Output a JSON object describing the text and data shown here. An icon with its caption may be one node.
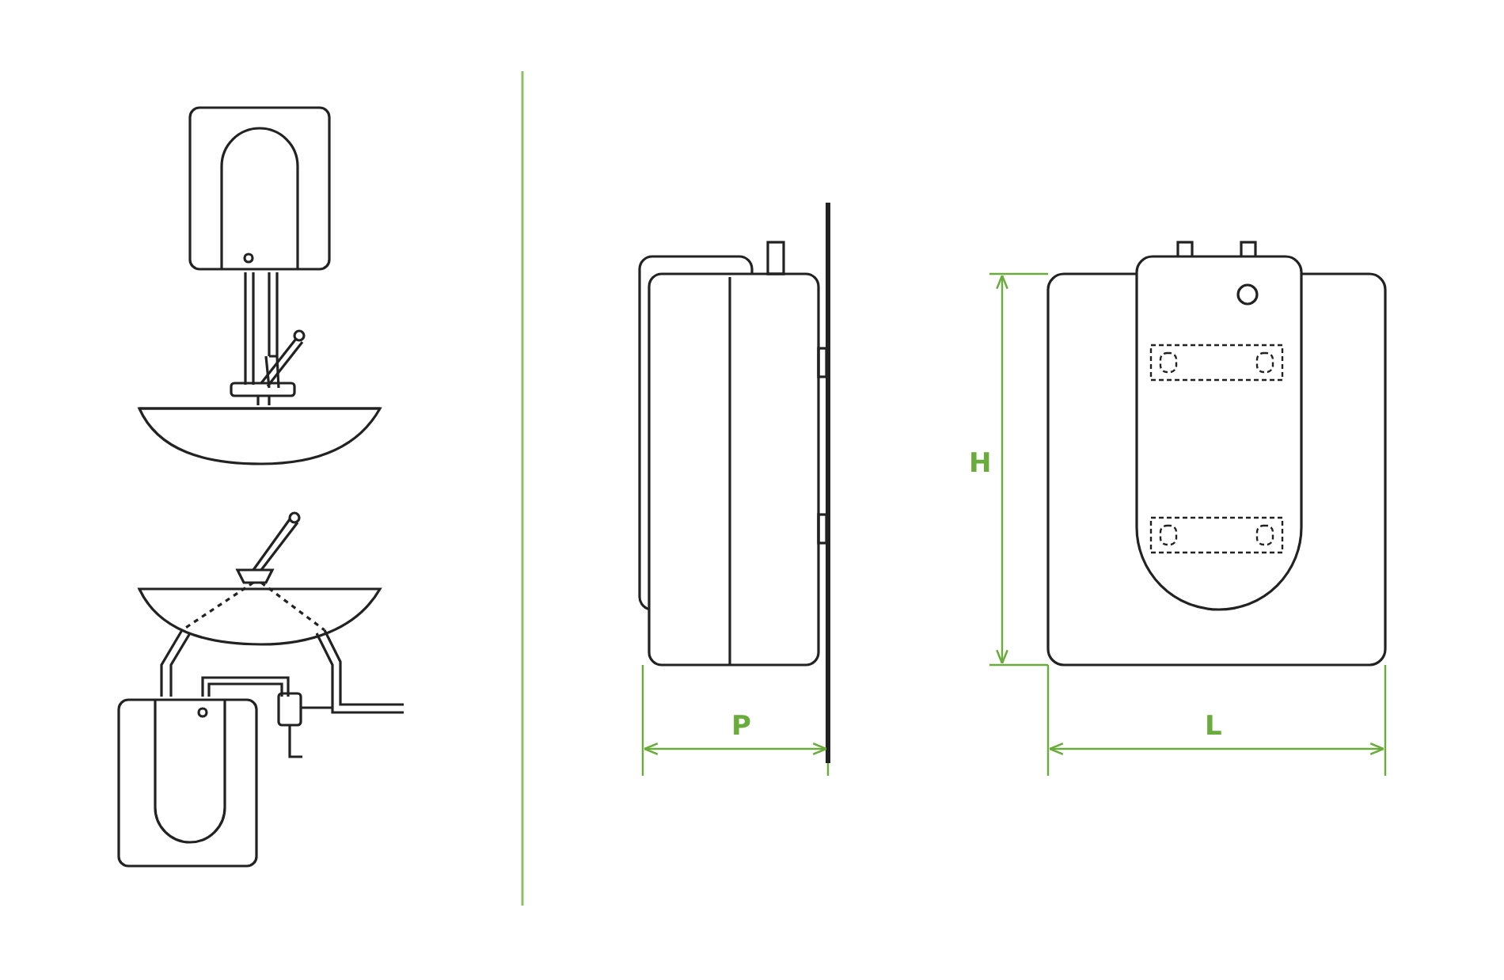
{
  "diagram": {
    "labels": [
      "P",
      "H",
      "L"
    ]
  }
}
